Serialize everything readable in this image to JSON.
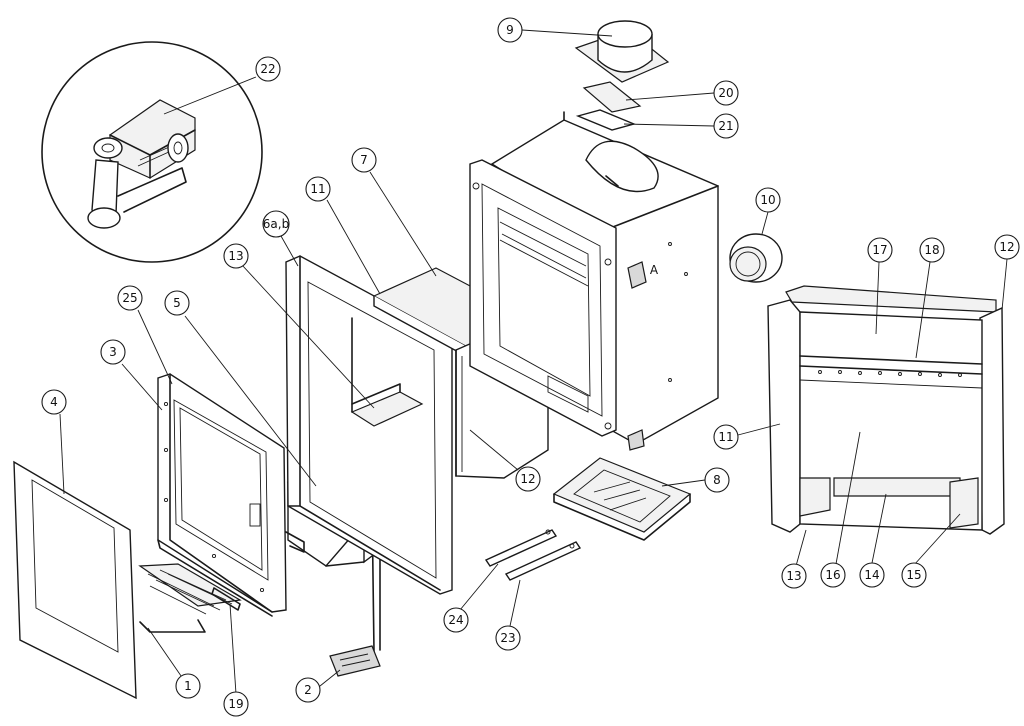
{
  "callouts": [
    {
      "id": "c1",
      "label": "1"
    },
    {
      "id": "c2",
      "label": "2"
    },
    {
      "id": "c3",
      "label": "3"
    },
    {
      "id": "c4",
      "label": "4"
    },
    {
      "id": "c5",
      "label": "5"
    },
    {
      "id": "c6",
      "label": "6a,b"
    },
    {
      "id": "c7",
      "label": "7"
    },
    {
      "id": "c8",
      "label": "8"
    },
    {
      "id": "c9",
      "label": "9"
    },
    {
      "id": "c10",
      "label": "10"
    },
    {
      "id": "c11a",
      "label": "11"
    },
    {
      "id": "c11b",
      "label": "11"
    },
    {
      "id": "c12a",
      "label": "12"
    },
    {
      "id": "c12b",
      "label": "12"
    },
    {
      "id": "c13a",
      "label": "13"
    },
    {
      "id": "c13b",
      "label": "13"
    },
    {
      "id": "c14",
      "label": "14"
    },
    {
      "id": "c15",
      "label": "15"
    },
    {
      "id": "c16",
      "label": "16"
    },
    {
      "id": "c17",
      "label": "17"
    },
    {
      "id": "c18",
      "label": "18"
    },
    {
      "id": "c19",
      "label": "19"
    },
    {
      "id": "c20",
      "label": "20"
    },
    {
      "id": "c21",
      "label": "21"
    },
    {
      "id": "c22",
      "label": "22"
    },
    {
      "id": "c23",
      "label": "23"
    },
    {
      "id": "c24",
      "label": "24"
    },
    {
      "id": "c25",
      "label": "25"
    }
  ],
  "detail_marker": "A"
}
